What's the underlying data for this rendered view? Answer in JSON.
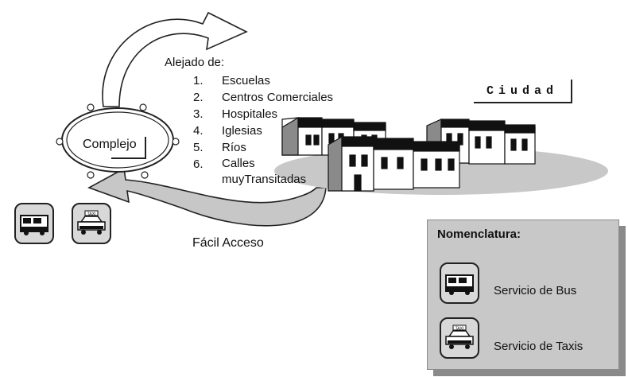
{
  "diagram": {
    "list_title": "Alejado de:",
    "list_items": [
      {
        "num": "1.",
        "text": "Escuelas"
      },
      {
        "num": "2.",
        "text": "Centros Comerciales"
      },
      {
        "num": "3.",
        "text": "Hospitales"
      },
      {
        "num": "4.",
        "text": "Iglesias"
      },
      {
        "num": "5.",
        "text": "Ríos"
      },
      {
        "num": "6.",
        "text": "Calles muyTransitadas"
      }
    ],
    "city_label": "Ciudad",
    "complex_label": "Complejo",
    "access_label": "Fácil Acceso"
  },
  "legend": {
    "title": "Nomenclatura:",
    "items": [
      {
        "label": "Servicio de Bus",
        "icon": "bus-icon"
      },
      {
        "label": "Servicio de Taxis",
        "icon": "taxi-icon"
      }
    ]
  },
  "icons": {
    "taxi_sign": "TAXI"
  },
  "colors": {
    "arrow_fill": "#c7c7c7",
    "city_ground": "#c8c8c8",
    "legend_bg": "#c8c8c8",
    "legend_shadow": "#8a8a8a"
  }
}
